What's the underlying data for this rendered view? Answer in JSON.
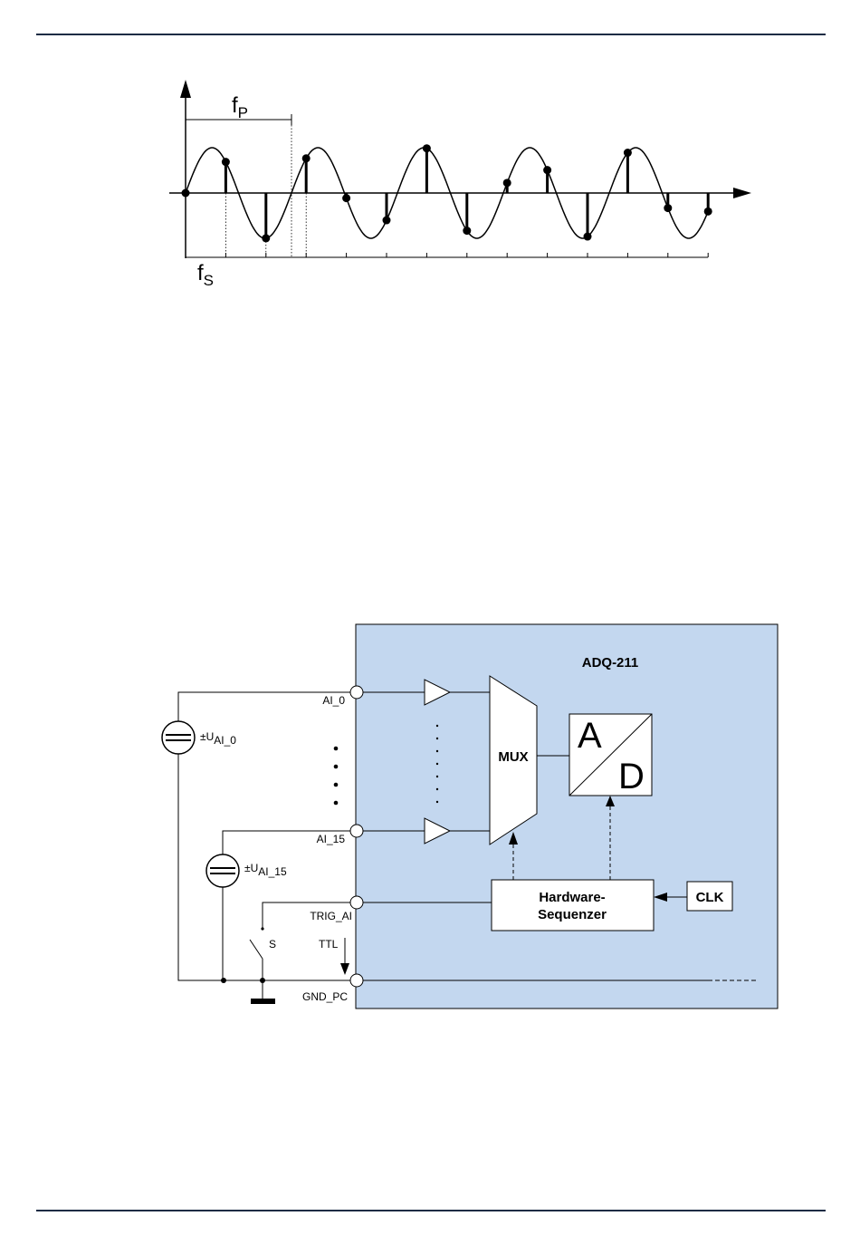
{
  "sampling_figure": {
    "fp_label": {
      "main": "f",
      "sub": "P"
    },
    "fs_label": {
      "main": "f",
      "sub": "S"
    }
  },
  "block_diagram": {
    "title": "ADQ-211",
    "mux_label": "MUX",
    "ad": {
      "a": "A",
      "d": "D"
    },
    "sequencer_lines": [
      "Hardware-",
      "Sequenzer"
    ],
    "clk_label": "CLK",
    "pins": {
      "ai_0": "AI_0",
      "ai_15": "AI_15",
      "trig": "TRIG_AI",
      "gnd": "GND_PC"
    },
    "sources": {
      "ai_0": {
        "prefix": "±U",
        "sub": "AI_0"
      },
      "ai_15": {
        "prefix": "±U",
        "sub": "AI_15"
      }
    },
    "switch_label": "S",
    "ttl_label": "TTL",
    "colors": {
      "board_fill": "#c3d7ef",
      "line": "#000000"
    }
  }
}
